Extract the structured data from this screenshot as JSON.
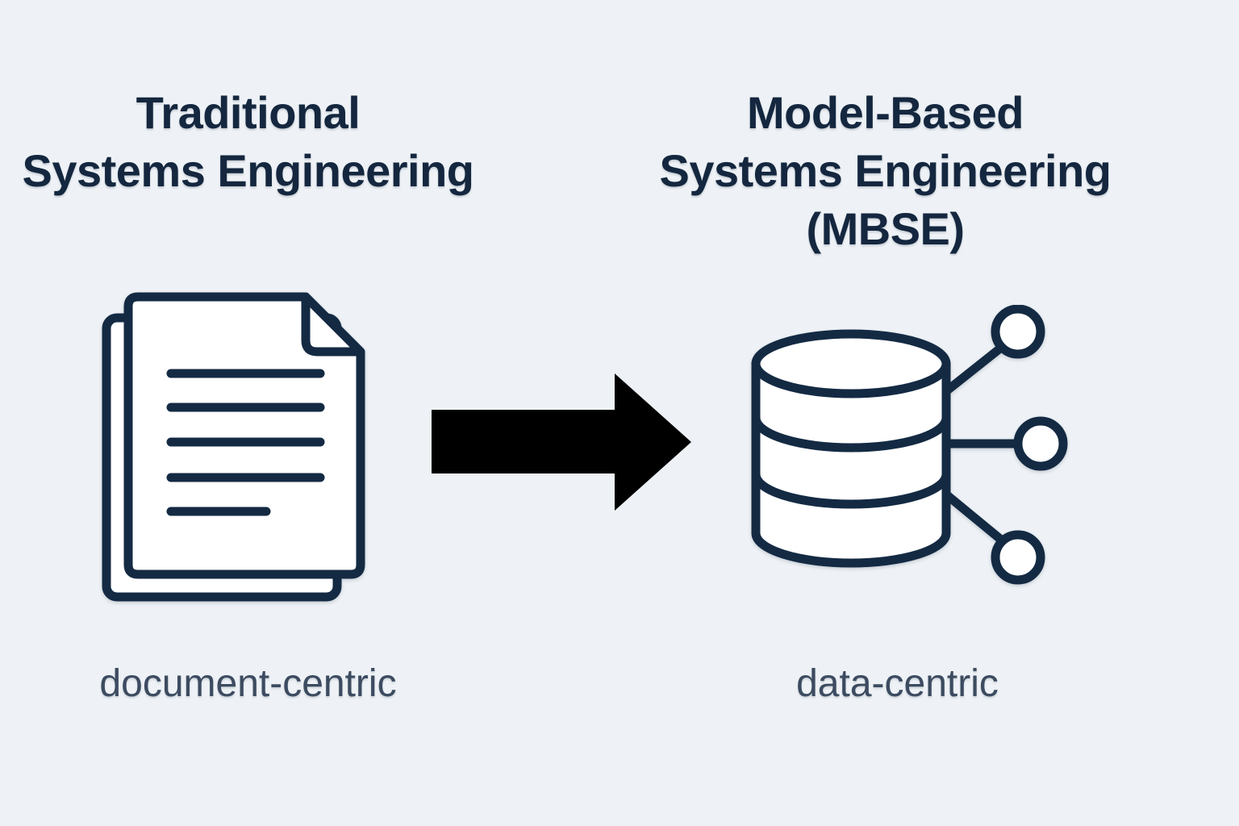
{
  "colors": {
    "background": "#eef2f6",
    "title_text": "#14273f",
    "caption_text": "#3c4b60",
    "icon_stroke": "#142a43",
    "icon_fill": "#ffffff",
    "arrow_fill": "#000000"
  },
  "left_panel": {
    "title": "Traditional\nSystems Engineering",
    "caption": "document-centric",
    "icon": "document-stack-icon"
  },
  "right_panel": {
    "title": "Model-Based\nSystems Engineering\n(MBSE)",
    "caption": "data-centric",
    "icon": "database-network-icon"
  },
  "transition": {
    "icon": "right-arrow-icon"
  }
}
